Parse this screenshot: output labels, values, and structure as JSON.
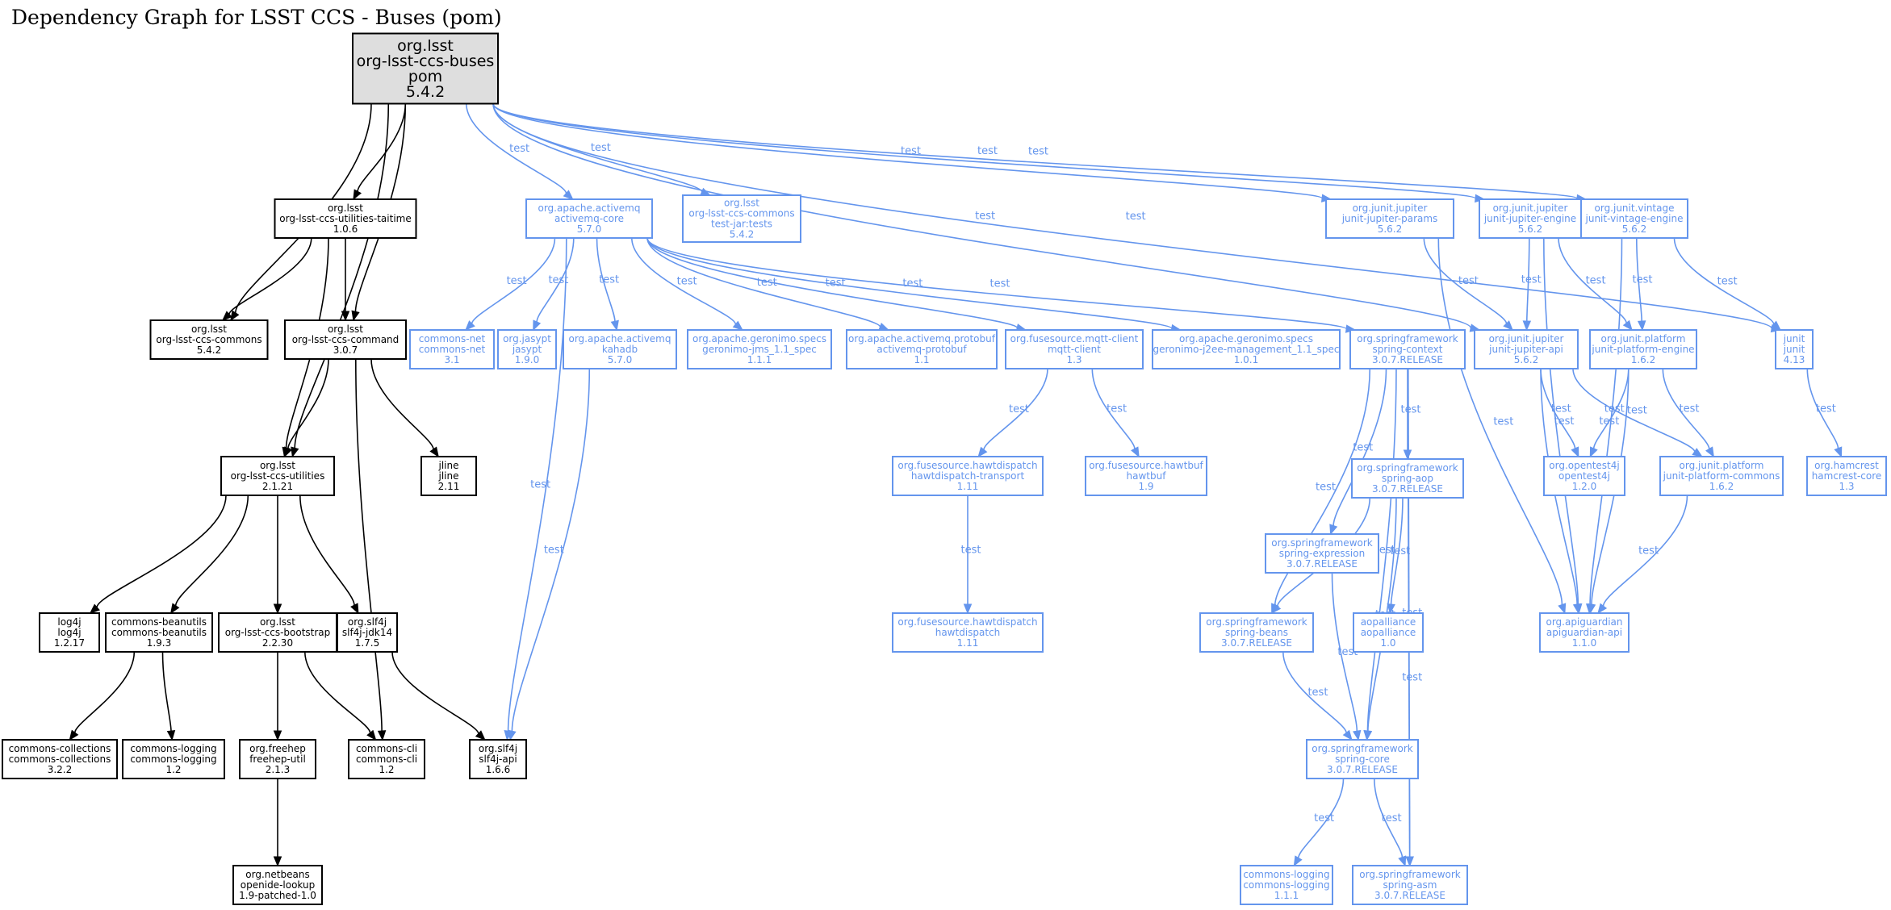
{
  "title": "Dependency Graph for LSST CCS - Buses (pom)",
  "colors": {
    "compile": "#000000",
    "test": "#6495ed",
    "root_fill": "#dedede"
  },
  "nodes": [
    {
      "id": "root",
      "lines": [
        "org.lsst",
        "org-lsst-ccs-buses",
        "pom",
        "5.4.2"
      ],
      "scope": "root"
    },
    {
      "id": "taitime",
      "lines": [
        "org.lsst",
        "org-lsst-ccs-utilities-taitime",
        "1.0.6"
      ],
      "scope": "compile"
    },
    {
      "id": "commons",
      "lines": [
        "org.lsst",
        "org-lsst-ccs-commons",
        "5.4.2"
      ],
      "scope": "compile"
    },
    {
      "id": "command",
      "lines": [
        "org.lsst",
        "org-lsst-ccs-command",
        "3.0.7"
      ],
      "scope": "compile"
    },
    {
      "id": "utilities",
      "lines": [
        "org.lsst",
        "org-lsst-ccs-utilities",
        "2.1.21"
      ],
      "scope": "compile"
    },
    {
      "id": "jline",
      "lines": [
        "jline",
        "jline",
        "2.11"
      ],
      "scope": "compile"
    },
    {
      "id": "log4j",
      "lines": [
        "log4j",
        "log4j",
        "1.2.17"
      ],
      "scope": "compile"
    },
    {
      "id": "beanutils",
      "lines": [
        "commons-beanutils",
        "commons-beanutils",
        "1.9.3"
      ],
      "scope": "compile"
    },
    {
      "id": "bootstrap",
      "lines": [
        "org.lsst",
        "org-lsst-ccs-bootstrap",
        "2.2.30"
      ],
      "scope": "compile"
    },
    {
      "id": "slf4jjdk",
      "lines": [
        "org.slf4j",
        "slf4j-jdk14",
        "1.7.5"
      ],
      "scope": "compile"
    },
    {
      "id": "collections",
      "lines": [
        "commons-collections",
        "commons-collections",
        "3.2.2"
      ],
      "scope": "compile"
    },
    {
      "id": "logging12",
      "lines": [
        "commons-logging",
        "commons-logging",
        "1.2"
      ],
      "scope": "compile"
    },
    {
      "id": "freehep",
      "lines": [
        "org.freehep",
        "freehep-util",
        "2.1.3"
      ],
      "scope": "compile"
    },
    {
      "id": "cli",
      "lines": [
        "commons-cli",
        "commons-cli",
        "1.2"
      ],
      "scope": "compile"
    },
    {
      "id": "slf4japi",
      "lines": [
        "org.slf4j",
        "slf4j-api",
        "1.6.6"
      ],
      "scope": "compile"
    },
    {
      "id": "openide",
      "lines": [
        "org.netbeans",
        "openide-lookup",
        "1.9-patched-1.0"
      ],
      "scope": "compile"
    },
    {
      "id": "amqcore",
      "lines": [
        "org.apache.activemq",
        "activemq-core",
        "5.7.0"
      ],
      "scope": "test"
    },
    {
      "id": "commonstests",
      "lines": [
        "org.lsst",
        "org-lsst-ccs-commons",
        "test-jar:tests",
        "5.4.2"
      ],
      "scope": "test"
    },
    {
      "id": "jparams",
      "lines": [
        "org.junit.jupiter",
        "junit-jupiter-params",
        "5.6.2"
      ],
      "scope": "test"
    },
    {
      "id": "jengine",
      "lines": [
        "org.junit.jupiter",
        "junit-jupiter-engine",
        "5.6.2"
      ],
      "scope": "test"
    },
    {
      "id": "vintage",
      "lines": [
        "org.junit.vintage",
        "junit-vintage-engine",
        "5.6.2"
      ],
      "scope": "test"
    },
    {
      "id": "commonsnet",
      "lines": [
        "commons-net",
        "commons-net",
        "3.1"
      ],
      "scope": "test"
    },
    {
      "id": "jasypt",
      "lines": [
        "org.jasypt",
        "jasypt",
        "1.9.0"
      ],
      "scope": "test"
    },
    {
      "id": "kahadb",
      "lines": [
        "org.apache.activemq",
        "kahadb",
        "5.7.0"
      ],
      "scope": "test"
    },
    {
      "id": "jms",
      "lines": [
        "org.apache.geronimo.specs",
        "geronimo-jms_1.1_spec",
        "1.1.1"
      ],
      "scope": "test"
    },
    {
      "id": "protobuf",
      "lines": [
        "org.apache.activemq.protobuf",
        "activemq-protobuf",
        "1.1"
      ],
      "scope": "test"
    },
    {
      "id": "mqtt",
      "lines": [
        "org.fusesource.mqtt-client",
        "mqtt-client",
        "1.3"
      ],
      "scope": "test"
    },
    {
      "id": "j2ee",
      "lines": [
        "org.apache.geronimo.specs",
        "geronimo-j2ee-management_1.1_spec",
        "1.0.1"
      ],
      "scope": "test"
    },
    {
      "id": "springctx",
      "lines": [
        "org.springframework",
        "spring-context",
        "3.0.7.RELEASE"
      ],
      "scope": "test"
    },
    {
      "id": "japi",
      "lines": [
        "org.junit.jupiter",
        "junit-jupiter-api",
        "5.6.2"
      ],
      "scope": "test"
    },
    {
      "id": "pengine",
      "lines": [
        "org.junit.platform",
        "junit-platform-engine",
        "1.6.2"
      ],
      "scope": "test"
    },
    {
      "id": "junit",
      "lines": [
        "junit",
        "junit",
        "4.13"
      ],
      "scope": "test"
    },
    {
      "id": "hdtransport",
      "lines": [
        "org.fusesource.hawtdispatch",
        "hawtdispatch-transport",
        "1.11"
      ],
      "scope": "test"
    },
    {
      "id": "hawtbuf",
      "lines": [
        "org.fusesource.hawtbuf",
        "hawtbuf",
        "1.9"
      ],
      "scope": "test"
    },
    {
      "id": "springaop",
      "lines": [
        "org.springframework",
        "spring-aop",
        "3.0.7.RELEASE"
      ],
      "scope": "test"
    },
    {
      "id": "opentest",
      "lines": [
        "org.opentest4j",
        "opentest4j",
        "1.2.0"
      ],
      "scope": "test"
    },
    {
      "id": "pcommons",
      "lines": [
        "org.junit.platform",
        "junit-platform-commons",
        "1.6.2"
      ],
      "scope": "test"
    },
    {
      "id": "hamcrest",
      "lines": [
        "org.hamcrest",
        "hamcrest-core",
        "1.3"
      ],
      "scope": "test"
    },
    {
      "id": "springexpr",
      "lines": [
        "org.springframework",
        "spring-expression",
        "3.0.7.RELEASE"
      ],
      "scope": "test"
    },
    {
      "id": "hawtdispatch",
      "lines": [
        "org.fusesource.hawtdispatch",
        "hawtdispatch",
        "1.11"
      ],
      "scope": "test"
    },
    {
      "id": "springbeans",
      "lines": [
        "org.springframework",
        "spring-beans",
        "3.0.7.RELEASE"
      ],
      "scope": "test"
    },
    {
      "id": "aopalliance",
      "lines": [
        "aopalliance",
        "aopalliance",
        "1.0"
      ],
      "scope": "test"
    },
    {
      "id": "apiguardian",
      "lines": [
        "org.apiguardian",
        "apiguardian-api",
        "1.1.0"
      ],
      "scope": "test"
    },
    {
      "id": "springcore",
      "lines": [
        "org.springframework",
        "spring-core",
        "3.0.7.RELEASE"
      ],
      "scope": "test"
    },
    {
      "id": "logging111",
      "lines": [
        "commons-logging",
        "commons-logging",
        "1.1.1"
      ],
      "scope": "test"
    },
    {
      "id": "springasm",
      "lines": [
        "org.springframework",
        "spring-asm",
        "3.0.7.RELEASE"
      ],
      "scope": "test"
    }
  ],
  "edges": [
    {
      "from": "root",
      "to": "taitime",
      "scope": "compile"
    },
    {
      "from": "root",
      "to": "commons",
      "scope": "compile"
    },
    {
      "from": "root",
      "to": "command",
      "scope": "compile"
    },
    {
      "from": "root",
      "to": "utilities",
      "scope": "compile"
    },
    {
      "from": "taitime",
      "to": "commons",
      "scope": "compile"
    },
    {
      "from": "taitime",
      "to": "command",
      "scope": "compile"
    },
    {
      "from": "taitime",
      "to": "utilities",
      "scope": "compile"
    },
    {
      "from": "command",
      "to": "utilities",
      "scope": "compile"
    },
    {
      "from": "command",
      "to": "jline",
      "scope": "compile"
    },
    {
      "from": "command",
      "to": "cli",
      "scope": "compile"
    },
    {
      "from": "utilities",
      "to": "log4j",
      "scope": "compile"
    },
    {
      "from": "utilities",
      "to": "beanutils",
      "scope": "compile"
    },
    {
      "from": "utilities",
      "to": "bootstrap",
      "scope": "compile"
    },
    {
      "from": "utilities",
      "to": "slf4jjdk",
      "scope": "compile"
    },
    {
      "from": "beanutils",
      "to": "collections",
      "scope": "compile"
    },
    {
      "from": "beanutils",
      "to": "logging12",
      "scope": "compile"
    },
    {
      "from": "bootstrap",
      "to": "freehep",
      "scope": "compile"
    },
    {
      "from": "bootstrap",
      "to": "cli",
      "scope": "compile"
    },
    {
      "from": "slf4jjdk",
      "to": "slf4japi",
      "scope": "compile"
    },
    {
      "from": "freehep",
      "to": "openide",
      "scope": "compile"
    },
    {
      "from": "root",
      "to": "amqcore",
      "scope": "test",
      "label": "test"
    },
    {
      "from": "root",
      "to": "commonstests",
      "scope": "test",
      "label": "test"
    },
    {
      "from": "root",
      "to": "jparams",
      "scope": "test",
      "label": "test"
    },
    {
      "from": "root",
      "to": "jengine",
      "scope": "test",
      "label": "test"
    },
    {
      "from": "root",
      "to": "vintage",
      "scope": "test",
      "label": "test"
    },
    {
      "from": "root",
      "to": "japi",
      "scope": "test",
      "label": "test"
    },
    {
      "from": "root",
      "to": "junit",
      "scope": "test",
      "label": "test"
    },
    {
      "from": "amqcore",
      "to": "commonsnet",
      "scope": "test",
      "label": "test"
    },
    {
      "from": "amqcore",
      "to": "jasypt",
      "scope": "test",
      "label": "test"
    },
    {
      "from": "amqcore",
      "to": "kahadb",
      "scope": "test",
      "label": "test"
    },
    {
      "from": "amqcore",
      "to": "jms",
      "scope": "test",
      "label": "test"
    },
    {
      "from": "amqcore",
      "to": "protobuf",
      "scope": "test",
      "label": "test"
    },
    {
      "from": "amqcore",
      "to": "mqtt",
      "scope": "test",
      "label": "test"
    },
    {
      "from": "amqcore",
      "to": "j2ee",
      "scope": "test",
      "label": "test"
    },
    {
      "from": "amqcore",
      "to": "springctx",
      "scope": "test",
      "label": "test"
    },
    {
      "from": "amqcore",
      "to": "slf4japi",
      "scope": "test",
      "label": "test"
    },
    {
      "from": "kahadb",
      "to": "slf4japi",
      "scope": "test",
      "label": "test"
    },
    {
      "from": "mqtt",
      "to": "hdtransport",
      "scope": "test",
      "label": "test"
    },
    {
      "from": "mqtt",
      "to": "hawtbuf",
      "scope": "test",
      "label": "test"
    },
    {
      "from": "hdtransport",
      "to": "hawtdispatch",
      "scope": "test",
      "label": "test"
    },
    {
      "from": "jparams",
      "to": "japi",
      "scope": "test",
      "label": "test"
    },
    {
      "from": "jparams",
      "to": "apiguardian",
      "scope": "test",
      "label": "test"
    },
    {
      "from": "jengine",
      "to": "japi",
      "scope": "test",
      "label": "test"
    },
    {
      "from": "jengine",
      "to": "pengine",
      "scope": "test",
      "label": "test"
    },
    {
      "from": "jengine",
      "to": "apiguardian",
      "scope": "test",
      "label": "test"
    },
    {
      "from": "vintage",
      "to": "pengine",
      "scope": "test",
      "label": "test"
    },
    {
      "from": "vintage",
      "to": "junit",
      "scope": "test",
      "label": "test"
    },
    {
      "from": "vintage",
      "to": "apiguardian",
      "scope": "test",
      "label": "test"
    },
    {
      "from": "japi",
      "to": "opentest",
      "scope": "test",
      "label": "test"
    },
    {
      "from": "japi",
      "to": "pcommons",
      "scope": "test",
      "label": "test"
    },
    {
      "from": "japi",
      "to": "apiguardian",
      "scope": "test",
      "label": "test"
    },
    {
      "from": "pengine",
      "to": "opentest",
      "scope": "test",
      "label": "test"
    },
    {
      "from": "pengine",
      "to": "pcommons",
      "scope": "test",
      "label": "test"
    },
    {
      "from": "pengine",
      "to": "apiguardian",
      "scope": "test",
      "label": "test"
    },
    {
      "from": "pcommons",
      "to": "apiguardian",
      "scope": "test",
      "label": "test"
    },
    {
      "from": "junit",
      "to": "hamcrest",
      "scope": "test",
      "label": "test"
    },
    {
      "from": "springctx",
      "to": "springaop",
      "scope": "test",
      "label": "test"
    },
    {
      "from": "springctx",
      "to": "springexpr",
      "scope": "test",
      "label": "test"
    },
    {
      "from": "springctx",
      "to": "springbeans",
      "scope": "test",
      "label": "test"
    },
    {
      "from": "springctx",
      "to": "springcore",
      "scope": "test",
      "label": "test"
    },
    {
      "from": "springctx",
      "to": "springasm",
      "scope": "test",
      "label": "test"
    },
    {
      "from": "springaop",
      "to": "springbeans",
      "scope": "test",
      "label": "test"
    },
    {
      "from": "springaop",
      "to": "aopalliance",
      "scope": "test",
      "label": "test"
    },
    {
      "from": "springaop",
      "to": "springcore",
      "scope": "test",
      "label": "test"
    },
    {
      "from": "springaop",
      "to": "springasm",
      "scope": "test",
      "label": "test"
    },
    {
      "from": "springexpr",
      "to": "springcore",
      "scope": "test",
      "label": "test"
    },
    {
      "from": "springbeans",
      "to": "springcore",
      "scope": "test",
      "label": "test"
    },
    {
      "from": "springcore",
      "to": "logging111",
      "scope": "test",
      "label": "test"
    },
    {
      "from": "springcore",
      "to": "springasm",
      "scope": "test",
      "label": "test"
    }
  ]
}
